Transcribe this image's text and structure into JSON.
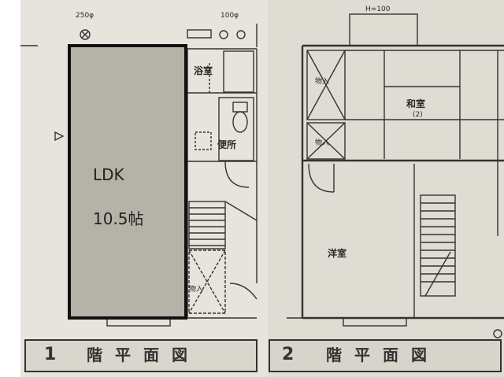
{
  "floor1": {
    "title_number": "1",
    "title_text": "階平面図",
    "room_main": "LDK",
    "room_main_area": "10.5帖",
    "room_bath": "浴室",
    "room_wc": "便所",
    "closet": "物入",
    "dim_top_left": "250φ",
    "dim_top_right": "100φ"
  },
  "floor2": {
    "title_number": "2",
    "title_text": "階平面図",
    "dim_top": "H=100",
    "room_japanese": "和室",
    "room_japanese_sub": "(2)",
    "room_western": "洋室",
    "closet_top": "物入",
    "closet_mid": "物入"
  },
  "colors": {
    "paper": "#e6e4dc",
    "ink": "#2a2a2a",
    "ldk_fill": "#b5b2a8"
  }
}
